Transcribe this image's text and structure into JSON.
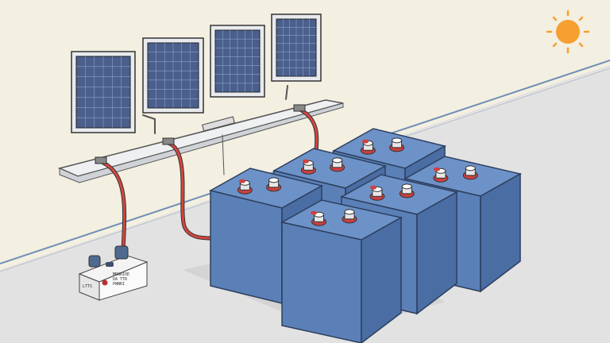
{
  "scene": {
    "colors": {
      "wall": "#f4f0e0",
      "floor": "#e3e3e3",
      "battery": "#5b80b8",
      "battery_top": "#6d92c8",
      "cable": "#d6453d",
      "sun": "#f5a030",
      "panel": "#4a5f8c"
    },
    "controller_box": {
      "label_lines": [
        "MRGRIOE",
        "DA TTR",
        "PWNRI"
      ],
      "side_label": "LTTS"
    }
  }
}
